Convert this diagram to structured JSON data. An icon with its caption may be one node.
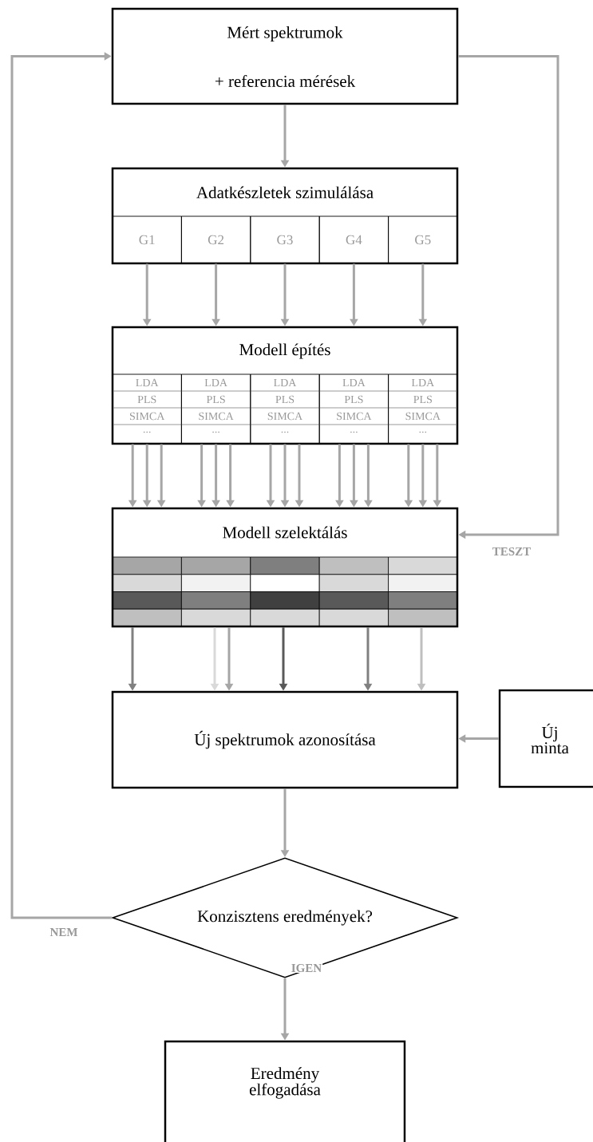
{
  "diagram": {
    "nodes": [
      {
        "text": [
          "Mért spektrumok",
          "+ referencia mérések"
        ]
      },
      {
        "text": [
          "Adatkészletek szimulálása"
        ]
      },
      {
        "text": [
          "G1"
        ],
        "in": 1
      },
      {
        "text": [
          "G2"
        ],
        "in": 1
      },
      {
        "text": [
          "G3"
        ],
        "in": 1
      },
      {
        "text": [
          "G4"
        ],
        "in": 1
      },
      {
        "text": [
          "G5"
        ],
        "in": 1
      },
      {
        "text": [
          "Modell építés"
        ]
      },
      {
        "text": [
          "LDA",
          "PLS",
          "SIMCA",
          "..."
        ],
        "in": 7
      },
      {
        "text": [
          "LDA",
          "PLS",
          "SIMCA",
          "..."
        ],
        "in": 7
      },
      {
        "text": [
          "LDA",
          "PLS",
          "SIMCA",
          "..."
        ],
        "in": 7
      },
      {
        "text": [
          "LDA",
          "PLS",
          "SIMCA",
          "..."
        ],
        "in": 7
      },
      {
        "text": [
          "LDA",
          "PLS",
          "SIMCA",
          "..."
        ],
        "in": 7
      },
      {
        "text": [
          "Modell szelektálás"
        ]
      },
      {
        "text": [
          "Új spektrumok azonosítása"
        ]
      },
      {
        "text": [
          "Új minta"
        ]
      },
      {
        "text": [
          "Konzisztens eredmények?"
        ]
      },
      {
        "text": [
          "Eredmény elfogadása"
        ]
      }
    ],
    "edges": [
      {
        "from": 0,
        "to": 1,
        "arrow": "to"
      },
      {
        "from": 2,
        "to": 8,
        "arrow": "to"
      },
      {
        "from": 3,
        "to": 9,
        "arrow": "to"
      },
      {
        "from": 4,
        "to": 10,
        "arrow": "to"
      },
      {
        "from": 5,
        "to": 11,
        "arrow": "to"
      },
      {
        "from": 6,
        "to": 12,
        "arrow": "to"
      },
      {
        "from": 8,
        "to": 13,
        "arrow": "to"
      },
      {
        "from": 8,
        "to": 13,
        "arrow": "to"
      },
      {
        "from": 8,
        "to": 13,
        "arrow": "to"
      },
      {
        "from": 9,
        "to": 13,
        "arrow": "to"
      },
      {
        "from": 9,
        "to": 13,
        "arrow": "to"
      },
      {
        "from": 9,
        "to": 13,
        "arrow": "to"
      },
      {
        "from": 10,
        "to": 13,
        "arrow": "to"
      },
      {
        "from": 10,
        "to": 13,
        "arrow": "to"
      },
      {
        "from": 10,
        "to": 13,
        "arrow": "to"
      },
      {
        "from": 11,
        "to": 13,
        "arrow": "to"
      },
      {
        "from": 11,
        "to": 13,
        "arrow": "to"
      },
      {
        "from": 11,
        "to": 13,
        "arrow": "to"
      },
      {
        "from": 12,
        "to": 13,
        "arrow": "to"
      },
      {
        "from": 12,
        "to": 13,
        "arrow": "to"
      },
      {
        "from": 12,
        "to": 13,
        "arrow": "to"
      },
      {
        "from": 13,
        "to": 14,
        "arrow": "to",
        "color": "#808080"
      },
      {
        "from": 13,
        "to": 14,
        "arrow": "to",
        "color": "#d9d9d9"
      },
      {
        "from": 13,
        "to": 14,
        "arrow": "to"
      },
      {
        "from": 13,
        "to": 14,
        "arrow": "to",
        "color": "#595959"
      },
      {
        "from": 13,
        "to": 14,
        "arrow": "to",
        "color": "#808080"
      },
      {
        "from": 13,
        "to": 14,
        "arrow": "to",
        "color": "#bfbfbf"
      },
      {
        "from": 15,
        "to": 14,
        "arrow": "to"
      },
      {
        "from": 14,
        "to": 16,
        "arrow": "to"
      },
      {
        "from": 16,
        "to": 0,
        "arrow": "to",
        "label": "NEM"
      },
      {
        "from": 16,
        "to": 17,
        "arrow": "to",
        "label": "IGEN"
      },
      {
        "from": 0,
        "to": 13,
        "arrow": "to",
        "label": "TESZT"
      }
    ]
  }
}
